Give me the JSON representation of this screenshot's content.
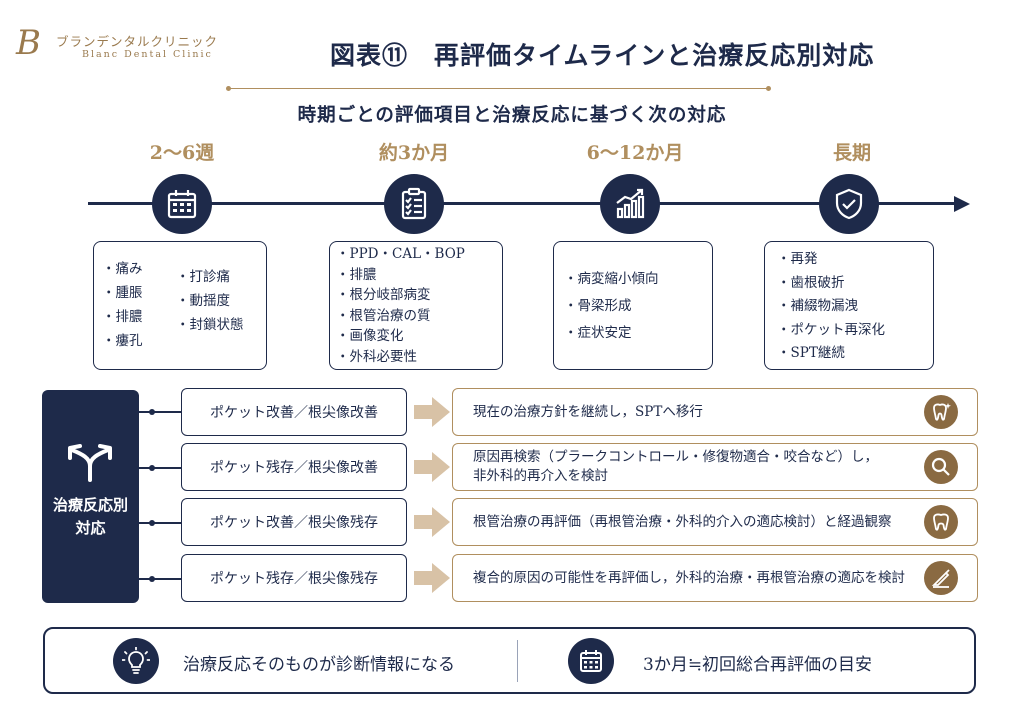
{
  "logo": {
    "name_jp": "ブランデンタルクリニック",
    "name_en": "Blanc Dental Clinic",
    "mark": "B"
  },
  "title": "図表⑪　再評価タイムラインと治療反応別対応",
  "subtitle": "時期ごとの評価項目と治療反応に基づく次の対応",
  "timeline": [
    {
      "period": "2〜6週",
      "icon": "calendar-icon",
      "items_left": [
        "痛み",
        "腫脹",
        "排膿",
        "瘻孔"
      ],
      "items_right": [
        "打診痛",
        "動揺度",
        "封鎖状態"
      ]
    },
    {
      "period": "約3か月",
      "icon": "clipboard-icon",
      "items": [
        "PPD・CAL・BOP",
        "排膿",
        "根分岐部病変",
        "根管治療の質",
        "画像変化",
        "外科必要性"
      ]
    },
    {
      "period": "6〜12か月",
      "icon": "bar-chart-icon",
      "items": [
        "病変縮小傾向",
        "骨梁形成",
        "症状安定"
      ]
    },
    {
      "period": "長期",
      "icon": "shield-check-icon",
      "items": [
        "再発",
        "歯根破折",
        "補綴物漏洩",
        "ポケット再深化",
        "SPT継続"
      ]
    }
  ],
  "response_section": {
    "label_line1": "治療反応別",
    "label_line2": "対応",
    "label_icon": "split-arrow-icon",
    "rows": [
      {
        "condition": "ポケット改善／根尖像改善",
        "action_line1": "現在の治療方針を継続し，SPTへ移行",
        "action_line2": "",
        "icon": "tooth-sparkle-icon"
      },
      {
        "condition": "ポケット残存／根尖像改善",
        "action_line1": "原因再検索（プラークコントロール・修復物適合・咬合など）し，",
        "action_line2": "非外科的再介入を検討",
        "icon": "magnifier-icon"
      },
      {
        "condition": "ポケット改善／根尖像残存",
        "action_line1": "根管治療の再評価（再根管治療・外科的介入の適応検討）と経過観察",
        "action_line2": "",
        "icon": "tooth-icon"
      },
      {
        "condition": "ポケット残存／根尖像残存",
        "action_line1": "複合的原因の可能性を再評価し，外科的治療・再根管治療の適応を検討",
        "action_line2": "",
        "icon": "scalpel-icon"
      }
    ]
  },
  "bottom_bar": {
    "left_text": "治療反応そのものが診断情報になる",
    "left_icon": "lightbulb-icon",
    "right_text": "3か月≒初回総合再評価の目安",
    "right_icon": "calendar-icon"
  },
  "colors": {
    "navy": "#1e2a4a",
    "gold": "#b08f5f",
    "brown_icon": "#8a6a42",
    "arrow_fill": "#d8c2a6"
  }
}
